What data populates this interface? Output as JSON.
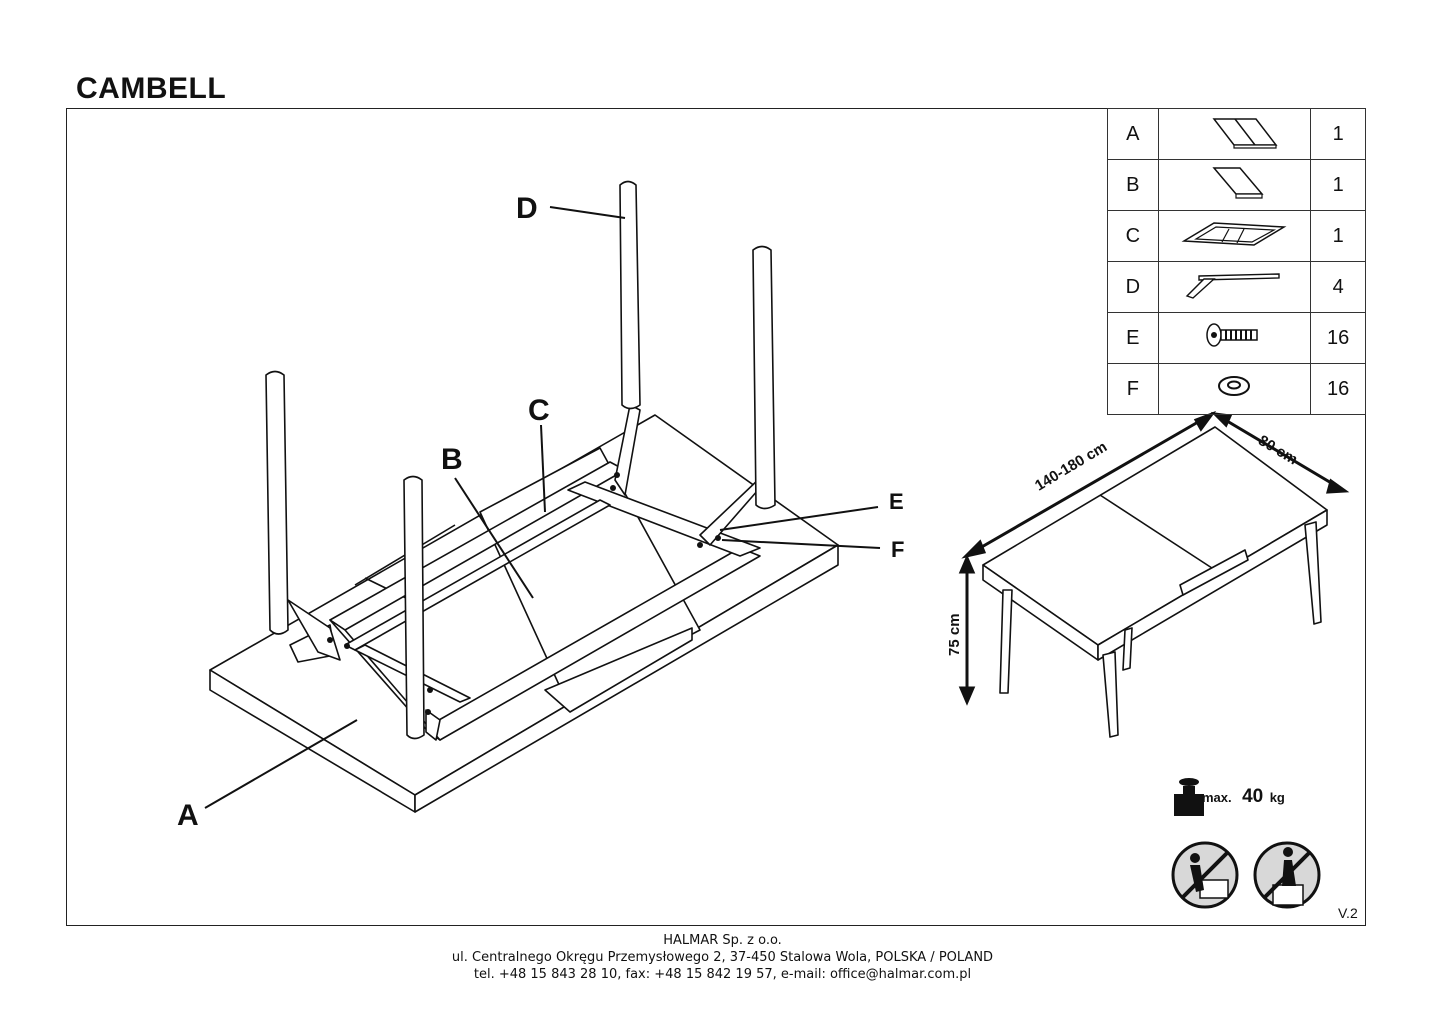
{
  "title": "CAMBELL",
  "labels": {
    "a": "A",
    "b": "B",
    "c": "C",
    "d": "D",
    "e": "E",
    "f": "F"
  },
  "parts": [
    {
      "letter": "A",
      "qty": "1",
      "icon": "tabletop-icon"
    },
    {
      "letter": "B",
      "qty": "1",
      "icon": "extension-leaf-icon"
    },
    {
      "letter": "C",
      "qty": "1",
      "icon": "frame-icon"
    },
    {
      "letter": "D",
      "qty": "4",
      "icon": "leg-icon"
    },
    {
      "letter": "E",
      "qty": "16",
      "icon": "bolt-icon"
    },
    {
      "letter": "F",
      "qty": "16",
      "icon": "washer-icon"
    }
  ],
  "dimensions": {
    "length": "140-180 cm",
    "width": "80 cm",
    "height": "75 cm"
  },
  "max_load": {
    "prefix": "max.",
    "value": "40",
    "unit": "kg"
  },
  "version": "V.2",
  "footer": {
    "company": "HALMAR Sp. z o.o.",
    "address": "ul. Centralnego Okręgu Przemysłowego 2, 37-450 Stalowa Wola, POLSKA / POLAND",
    "contact": "tel. +48 15 843 28 10, fax: +48 15 842 19 57, e-mail: office@halmar.com.pl"
  }
}
